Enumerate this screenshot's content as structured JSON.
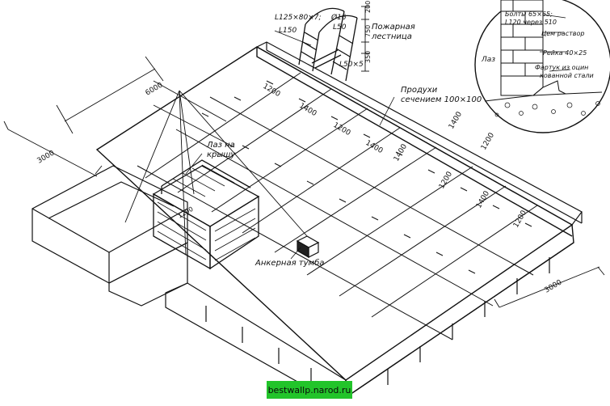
{
  "labels": {
    "fire_ladder": [
      "Пожарная",
      "лестница"
    ],
    "roof_hatch": [
      "Лаз на",
      "крышу"
    ],
    "anchor_post": "Анкерная тумба",
    "vents": [
      "Продухи",
      "сечением 100×100"
    ],
    "angle_main": "L125×80×7;",
    "angle_150": "L150",
    "rod": "Ø16",
    "L50": "L50",
    "angle_small": "L50×5",
    "inset_laz": "Лаз",
    "inset_bolts": [
      "Болты 65×65;",
      "L120 через 510"
    ],
    "inset_mortar": "Цем раствор",
    "inset_rail": "Рейка 40×25",
    "inset_apron": [
      "Фартук из оцин",
      "кованной стали"
    ]
  },
  "dimensions": {
    "top_span": "6000",
    "left_span": "3000",
    "right_span": "3000",
    "ladder_200": "200",
    "ladder_750": "750",
    "ladder_350": "350",
    "hatch_1200": "1200",
    "row1": [
      "1200",
      "1400",
      "1200",
      "1400"
    ],
    "row2": [
      "1400",
      "1200",
      "1400"
    ],
    "row3": [
      "1200",
      "1400",
      "1200"
    ]
  },
  "watermark": "bestwallp.narod.ru"
}
